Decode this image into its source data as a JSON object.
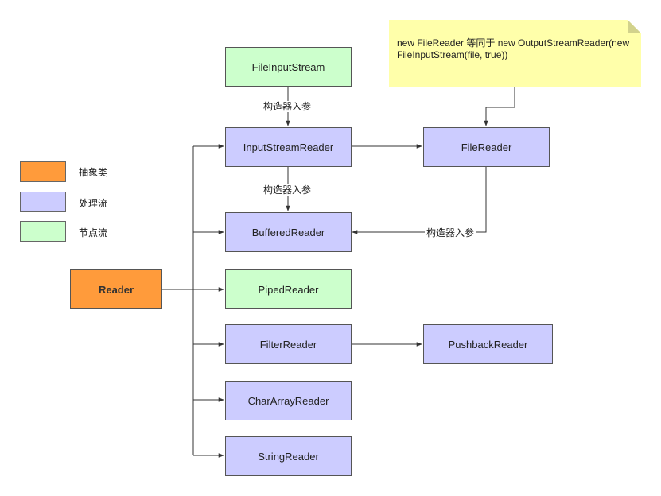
{
  "note": {
    "text": "new FileReader 等同于 new OutputStreamReader(new FileInputStream(file, true))"
  },
  "legend": {
    "abstract_label": "抽象类",
    "process_label": "处理流",
    "node_label": "节点流"
  },
  "nodes": {
    "reader": "Reader",
    "file_input_stream": "FileInputStream",
    "input_stream_reader": "InputStreamReader",
    "file_reader": "FileReader",
    "buffered_reader": "BufferedReader",
    "piped_reader": "PipedReader",
    "filter_reader": "FilterReader",
    "pushback_reader": "PushbackReader",
    "char_array_reader": "CharArrayReader",
    "string_reader": "StringReader"
  },
  "edge_labels": {
    "fis_to_isr": "构造器入参",
    "isr_to_br": "构造器入参",
    "fr_to_br": "构造器入参"
  },
  "colors": {
    "abstract": "#ff9b3b",
    "process_stream": "#ccccff",
    "node_stream": "#ccffcc",
    "note": "#ffffaa",
    "edge": "#333333"
  }
}
